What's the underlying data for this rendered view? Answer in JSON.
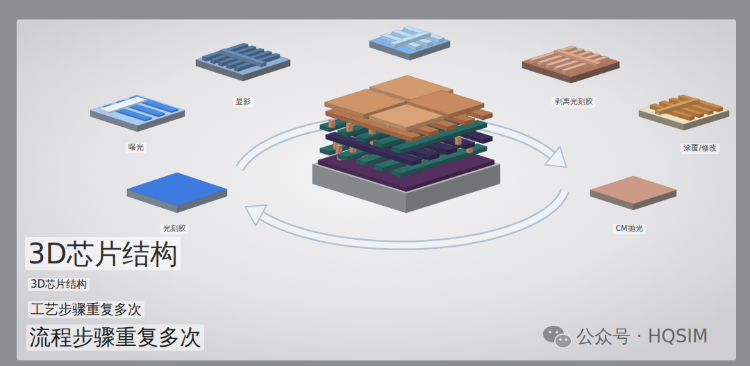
{
  "diagram": {
    "title": "3D芯片结构",
    "labels": [
      "显影",
      "剥离光刻胶",
      "曝光",
      "涂覆/修改",
      "光刻胶",
      "CM抛光",
      "3D芯片结构",
      "工艺步骤重复多次",
      "流程步骤重复多次",
      "公众号 · HQSIM"
    ]
  }
}
